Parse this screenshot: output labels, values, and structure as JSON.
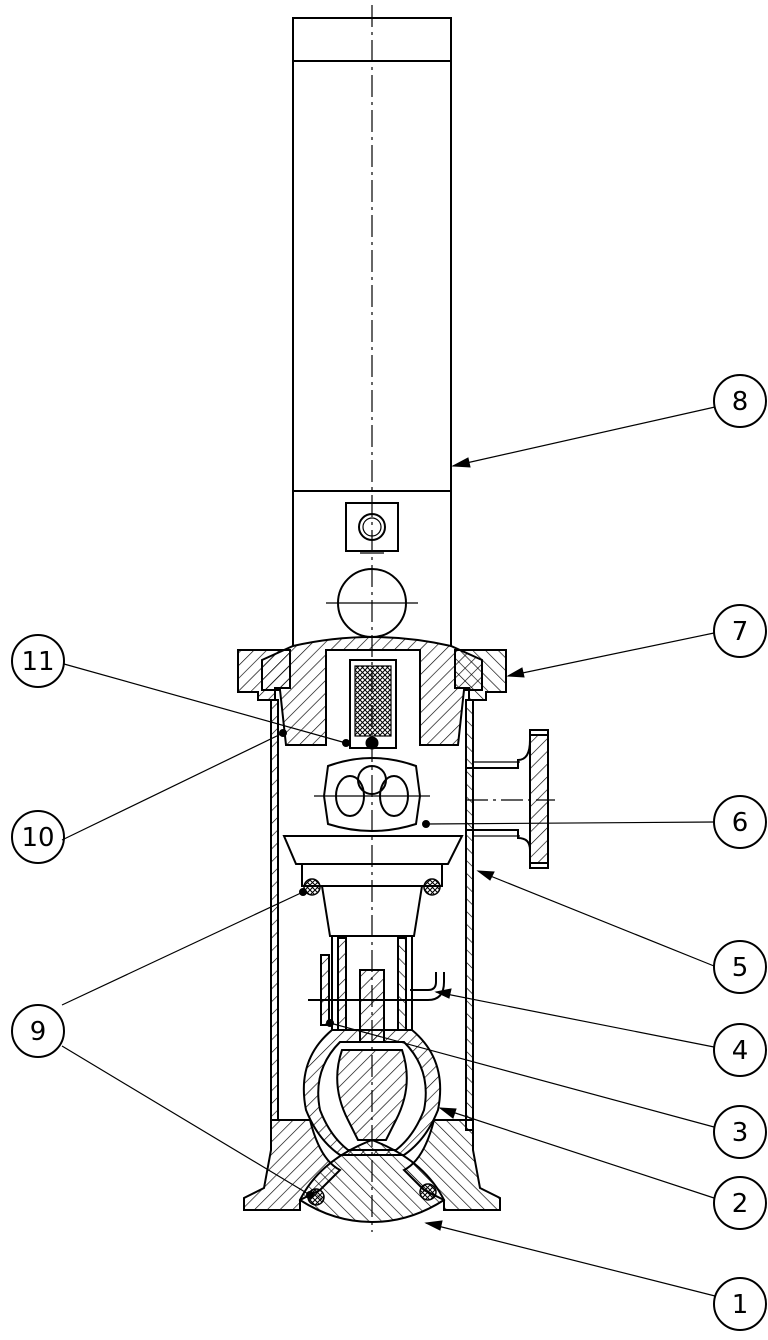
{
  "callouts": [
    {
      "id": "c1",
      "label": "1"
    },
    {
      "id": "c2",
      "label": "2"
    },
    {
      "id": "c3",
      "label": "3"
    },
    {
      "id": "c4",
      "label": "4"
    },
    {
      "id": "c5",
      "label": "5"
    },
    {
      "id": "c6",
      "label": "6"
    },
    {
      "id": "c7",
      "label": "7"
    },
    {
      "id": "c8",
      "label": "8"
    },
    {
      "id": "c9",
      "label": "9"
    },
    {
      "id": "c10",
      "label": "10"
    },
    {
      "id": "c11",
      "label": "11"
    }
  ]
}
